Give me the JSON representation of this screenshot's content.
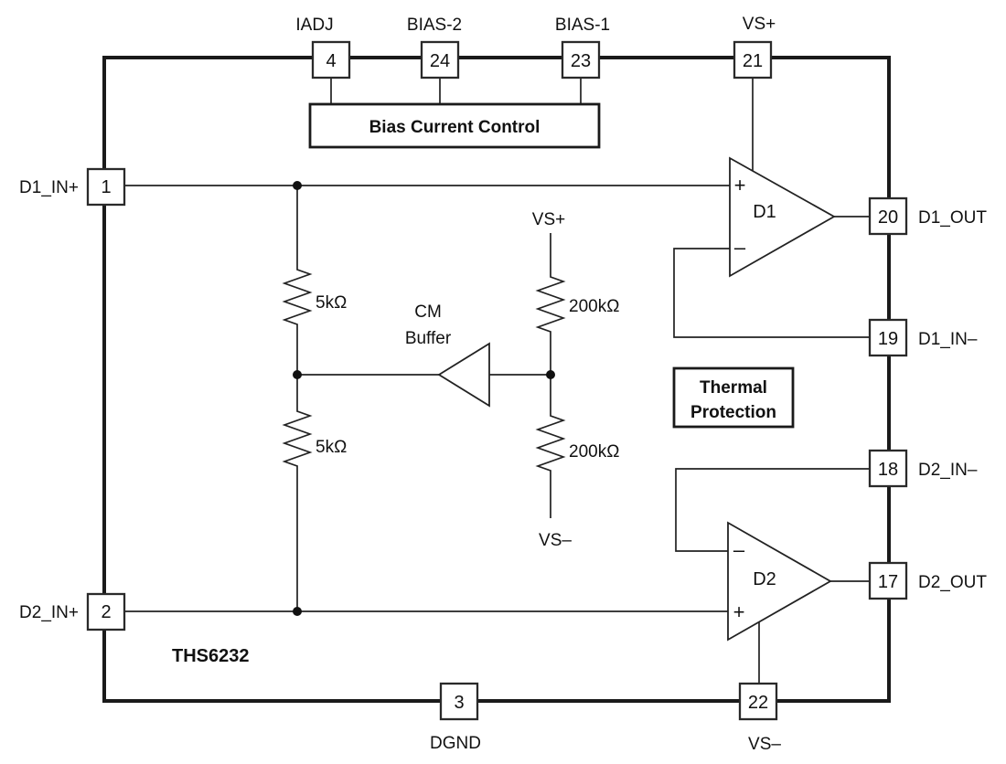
{
  "part_number": "THS6232",
  "ink_color": "#111111",
  "pins": {
    "p1": {
      "num": "1",
      "label": "D1_IN+"
    },
    "p2": {
      "num": "2",
      "label": "D2_IN+"
    },
    "p3": {
      "num": "3",
      "label": "DGND"
    },
    "p4": {
      "num": "4",
      "label": "IADJ"
    },
    "p17": {
      "num": "17",
      "label": "D2_OUT"
    },
    "p18": {
      "num": "18",
      "label": "D2_IN–"
    },
    "p19": {
      "num": "19",
      "label": "D1_IN–"
    },
    "p20": {
      "num": "20",
      "label": "D1_OUT"
    },
    "p21": {
      "num": "21",
      "label": "VS+"
    },
    "p22": {
      "num": "22",
      "label": "VS–"
    },
    "p23": {
      "num": "23",
      "label": "BIAS-1"
    },
    "p24": {
      "num": "24",
      "label": "BIAS-2"
    }
  },
  "blocks": {
    "bias_control": "Bias Current Control",
    "thermal_line1": "Thermal",
    "thermal_line2": "Protection",
    "cm_buffer_line1": "CM",
    "cm_buffer_line2": "Buffer",
    "amp_d1": "D1",
    "amp_d2": "D2"
  },
  "resistors": {
    "r_5k_upper": "5kΩ",
    "r_5k_lower": "5kΩ",
    "r_200k_upper": "200kΩ",
    "r_200k_lower": "200kΩ"
  },
  "rails": {
    "vs_plus": "VS+",
    "vs_minus": "VS–"
  },
  "opamp": {
    "plus": "+",
    "minus": "–"
  }
}
